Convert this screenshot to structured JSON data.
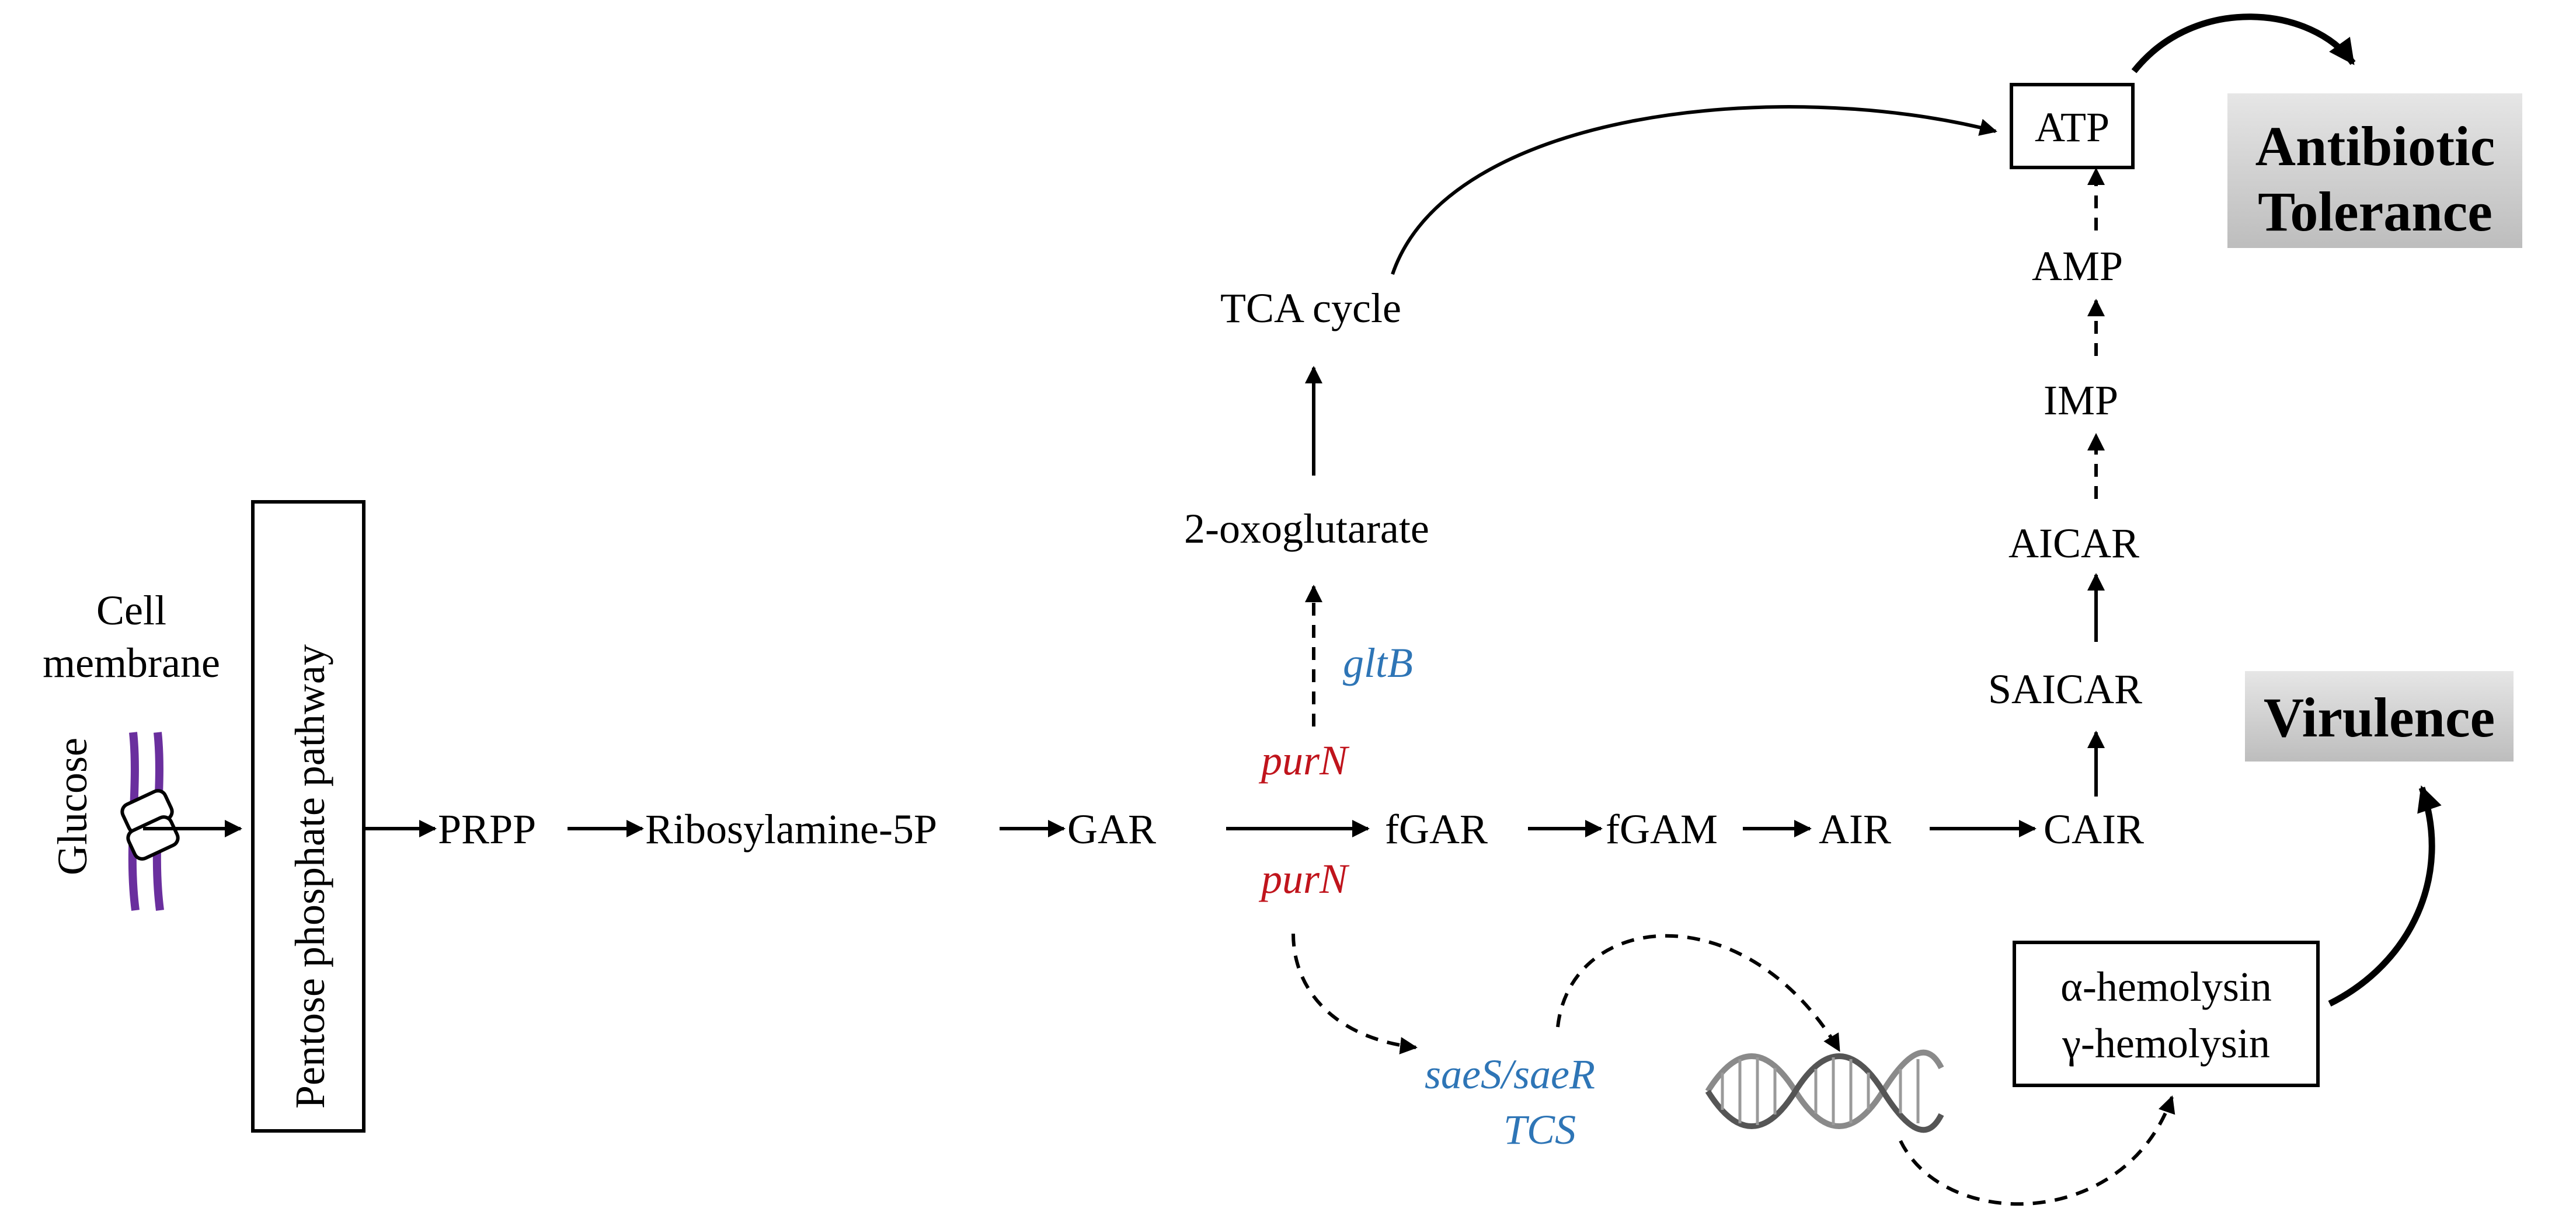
{
  "colors": {
    "gene_red": "#c0141c",
    "gene_blue": "#2e75b6",
    "membrane": "#6a2f9e",
    "outcome_box": "#d2d2d2"
  },
  "membrane": {
    "label_line1": "Cell",
    "label_line2": "membrane",
    "glucose": "Glucose"
  },
  "pathway_box": {
    "label": "Pentose phosphate pathway"
  },
  "metabolites": {
    "prpp": "PRPP",
    "ribosylamine": "Ribosylamine-5P",
    "gar": "GAR",
    "fgar": "fGAR",
    "fgam": "fGAM",
    "air": "AIR",
    "cair": "CAIR",
    "saicar": "SAICAR",
    "aicar": "AICAR",
    "imp": "IMP",
    "amp": "AMP",
    "atp": "ATP",
    "oxoglutarate": "2-oxoglutarate",
    "tca": "TCA cycle"
  },
  "genes": {
    "purN_top": "purN",
    "purN_bottom": "purN",
    "gltB": "gltB",
    "saeS": "saeS/saeR",
    "tcs": "TCS"
  },
  "toxins": {
    "alpha": "α-hemolysin",
    "gamma": "γ-hemolysin"
  },
  "outcomes": {
    "antibiotic_line1": "Antibiotic",
    "antibiotic_line2": "Tolerance",
    "virulence": "Virulence"
  }
}
